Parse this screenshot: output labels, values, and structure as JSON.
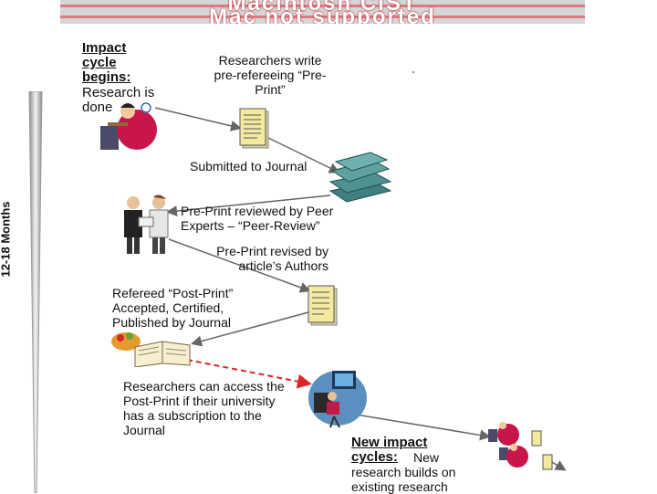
{
  "banner": {
    "title": "Macintosh CIST",
    "subtitle": "Mac not supported"
  },
  "timeline": {
    "label": "12-18 Months"
  },
  "steps": {
    "impact_heading": "Impact cycle begins:",
    "research_done": "Research is done",
    "researchers_write": "Researchers write pre-refereeing “Pre-Print”",
    "submitted": "Submitted to Journal",
    "peer_review": "Pre-Print reviewed by Peer Experts – “Peer-Review”",
    "revised": "Pre-Print revised by article’s Authors",
    "postprint": "Refereed “Post-Print” Accepted, Certified, Published by Journal",
    "access": "Researchers can access the Post-Print if their university has a subscription to the Journal",
    "new_cycles_heading": "New impact cycles:",
    "new_cycles_text": "New research builds on existing research"
  },
  "icons": {
    "researcher": "researcher-at-desk-icon",
    "document": "document-icon",
    "journals": "journal-stack-icon",
    "reviewers": "peer-reviewers-icon",
    "open_book": "open-book-icon",
    "computer": "computer-user-icon"
  },
  "colors": {
    "banner_text": "#c0202a",
    "arrow": "#666666",
    "dashed_arrow": "#d9262c",
    "doc": "#f3eaa0"
  }
}
